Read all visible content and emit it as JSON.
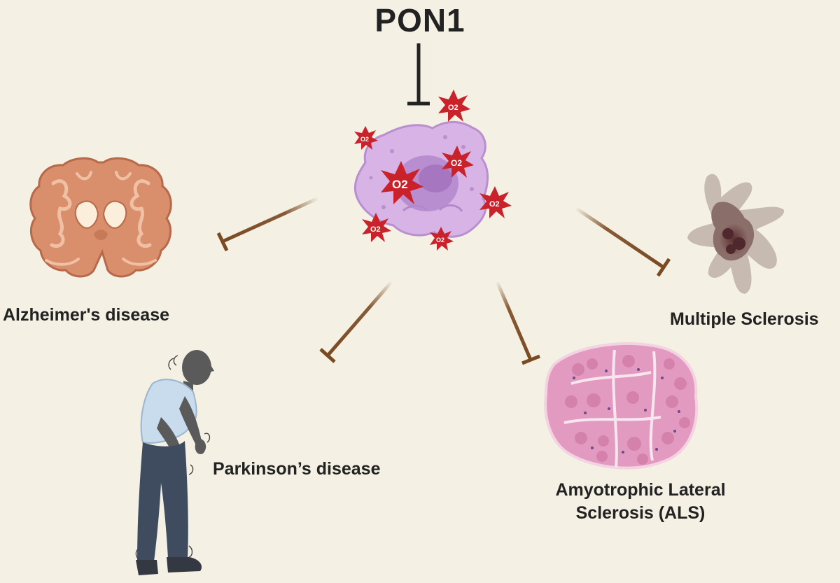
{
  "title": "PON1",
  "diseases": {
    "alzheimers": "Alzheimer's disease",
    "multiple_sclerosis": "Multiple Sclerosis",
    "parkinsons": "Parkinson’s disease",
    "als": "Amyotrophic Lateral Sclerosis (ALS)"
  },
  "ros_label": "O2",
  "colors": {
    "background": "#f4f1e4",
    "inhibition_arrow": "#7a4a22",
    "pon1_bar": "#222222",
    "ros_burst": "#c9222b",
    "cell": "#d7b3e6",
    "brain": "#d98e6c",
    "muscle": "#e29ac0"
  }
}
